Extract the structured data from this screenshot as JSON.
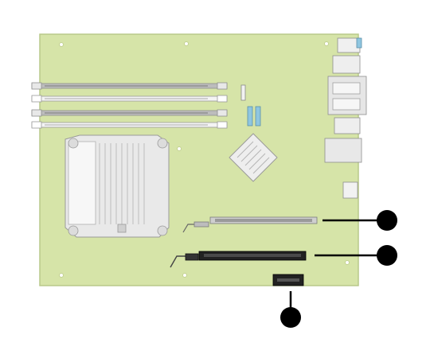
{
  "diagram": {
    "colors": {
      "board": "#d6e4a8",
      "board_edge": "#b9c98a",
      "slot_grey": "#9a9a9a",
      "slot_dark": "#222222",
      "connector_blue": "#8fc6e0",
      "callout": "#000000"
    },
    "callouts": [
      {
        "id": 1,
        "text": ""
      },
      {
        "id": 2,
        "text": ""
      },
      {
        "id": 3,
        "text": ""
      }
    ]
  }
}
